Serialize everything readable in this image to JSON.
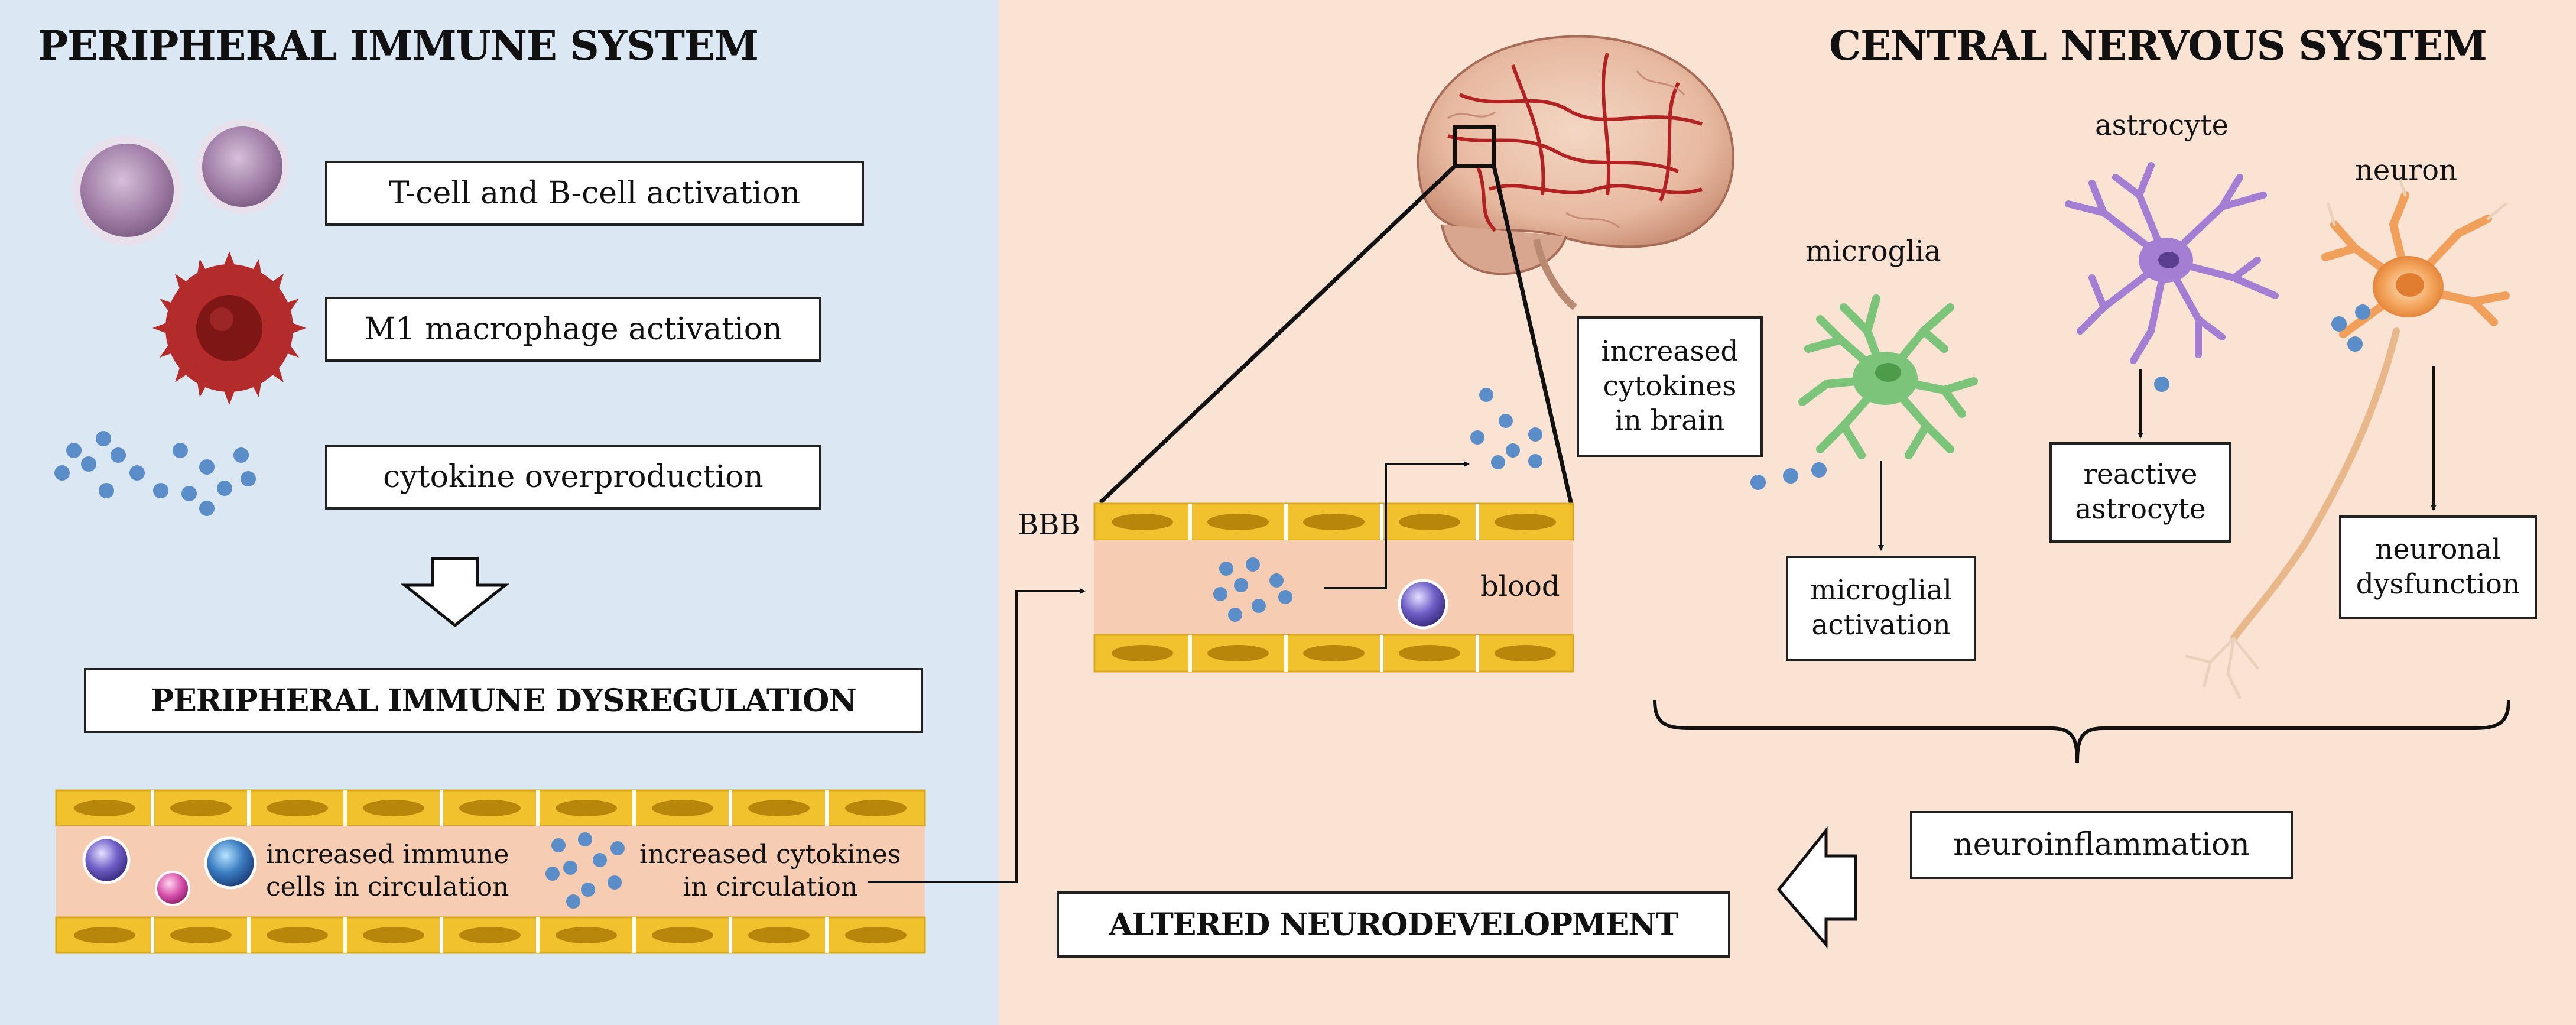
{
  "left_panel": {
    "title": "PERIPHERAL IMMUNE SYSTEM",
    "boxes": {
      "t_cell": "T-cell and B-cell activation",
      "macrophage": "M1 macrophage activation",
      "cytokine": "cytokine overproduction"
    },
    "dysregulation": "PERIPHERAL IMMUNE DYSREGULATION",
    "vessel_labels": {
      "immune_cells_1": "increased immune",
      "immune_cells_2": "cells in circulation",
      "cytokines_1": "increased cytokines",
      "cytokines_2": "in circulation"
    }
  },
  "right_panel": {
    "title": "CENTRAL NERVOUS SYSTEM",
    "bbb": "BBB",
    "blood": "blood",
    "cell_labels": {
      "microglia": "microglia",
      "astrocyte": "astrocyte",
      "neuron": "neuron"
    },
    "brain_cytokines": [
      "increased",
      "cytokines",
      "in brain"
    ],
    "microglial_activation": [
      "microglial",
      "activation"
    ],
    "reactive_astrocyte": [
      "reactive",
      "astrocyte"
    ],
    "neuronal_dysfunction": [
      "neuronal",
      "dysfunction"
    ],
    "neuroinflammation": "neuroinflammation",
    "altered": "ALTERED NEURODEVELOPMENT"
  },
  "colors": {
    "left_bg": "#dbe8f4",
    "right_bg": "#fbe3d4",
    "vessel_wall": "#f2c22e",
    "vessel_cell": "#b8860b",
    "cytokine": "#5b8ec9",
    "lymphocyte": "#b896be",
    "macrophage": "#b32b2b",
    "microglia": "#7cc47a",
    "astrocyte": "#a47ed2",
    "neuron": "#f0a05a"
  }
}
